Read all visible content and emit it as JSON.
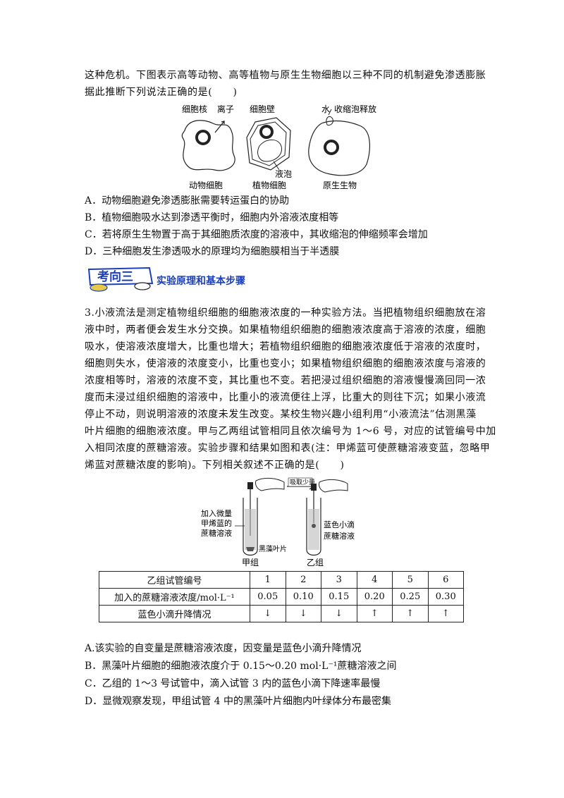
{
  "q2": {
    "intro_line1": "这种危机。下图表示高等动物、高等植物与原生生物细胞以三种不同的机制避免渗透膨胀",
    "intro_line2": "据此推断下列说法正确的是(　　)",
    "figure": {
      "label_nucleus": "细胞核",
      "label_ion": "离子",
      "label_cell_wall": "细胞壁",
      "label_water": "水",
      "label_release": "收缩泡释放",
      "label_vacuole": "液泡",
      "cap_animal": "动物细胞",
      "cap_plant": "植物细胞",
      "cap_protist": "原生生物"
    },
    "options": [
      "A．动物细胞避免渗透膨胀需要转运蛋白的协助",
      "B．植物细胞吸水达到渗透平衡时，细胞内外溶液浓度相等",
      "C．若将原生生物置于高于其细胞质浓度的溶液中，其收缩泡的伸缩频率会增加",
      "D．三种细胞发生渗透吸水的原理均为细胞膜相当于半透膜"
    ]
  },
  "section": {
    "badge": "考向三",
    "title": "实验原理和基本步骤"
  },
  "q3": {
    "lines": [
      "3.小液流法是测定植物组织细胞的细胞液浓度的一种实验方法。当把植物组织细胞放在溶",
      "液中时，两者便会发生水分交换。如果植物组织细胞的细胞液浓度高于溶液的浓度，细胞",
      "吸水，使溶液浓度增大，比重也增大；若植物组织细胞的细胞液浓度低于溶液的浓度时，",
      "细胞则失水，使溶液的浓度变小，比重也变小；如果植物组织细胞的细胞液浓度与溶液的",
      "浓度相等时，溶液的浓度不变，其比重也不变。若把浸过组织细胞的溶液慢慢滴回同一浓",
      "度而未浸过组织细胞的溶液中，比重小的液流便往上浮，比重大的则往下沉；如果小液流",
      "停止不动，则说明溶液的浓度未发生改变。某校生物兴趣小组利用“小液流法”估测黑藻",
      "叶片细胞的细胞液浓度。甲与乙两组试管相同且依次编号为 1～6 号，对应的试管编号中加",
      "入相同浓度的蔗糖溶液。实验步骤和结果如图和表(注：甲烯蓝可使蔗糖溶液变蓝，忽略甲",
      "烯蓝对蔗糖浓度的影响)。下列相关叙述不正确的是(　　)"
    ],
    "figure": {
      "label_absorb": "吸取少量",
      "label_left1": "加入微量",
      "label_left2": "甲烯蓝的",
      "label_left3": "蔗糖溶液",
      "label_leaf": "黑藻叶片",
      "label_drop": "蓝色小滴",
      "label_solution": "蔗糖溶液",
      "cap_a": "甲组",
      "cap_b": "乙组"
    },
    "table": {
      "row1_header": "乙组试管编号",
      "row2_header": "加入的蔗糖溶液浓度/mol·L⁻¹",
      "row3_header": "蓝色小滴升降情况",
      "tubes": [
        "1",
        "2",
        "3",
        "4",
        "5",
        "6"
      ],
      "concentrations": [
        "0.05",
        "0.10",
        "0.15",
        "0.20",
        "0.25",
        "0.30"
      ],
      "movement": [
        "↓",
        "↓",
        "↓",
        "↑",
        "↑",
        "↑"
      ]
    },
    "options": [
      "A.该实验的自变量是蔗糖溶液浓度，因变量是蓝色小滴升降情况",
      "B．黑藻叶片细胞的细胞液浓度介于 0.15～0.20 mol·L⁻¹蔗糖溶液之间",
      "C．乙组的 1～3 号试管中，滴入试管 3 内的蓝色小滴下降速率最慢",
      "D．显微观察发现，甲组试管 4 中的黑藻叶片细胞内叶绿体分布最密集"
    ]
  }
}
